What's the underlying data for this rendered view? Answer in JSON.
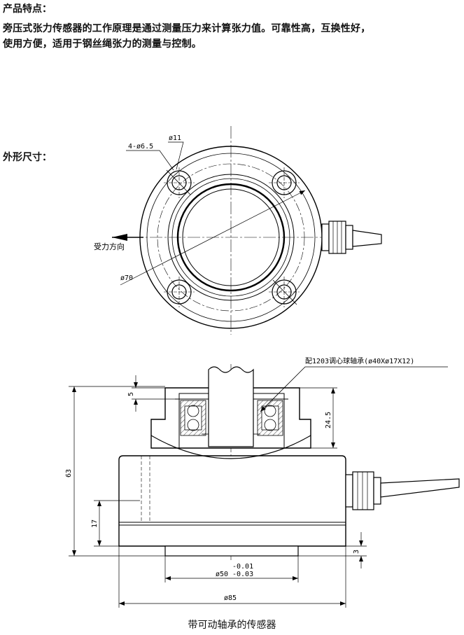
{
  "features": {
    "heading": "产品特点：",
    "line1": "旁压式张力传感器的工作原理是通过测量压力来计算张力值。可靠性高，互换性好，",
    "line2": "使用方便，适用于钢丝绳张力的测量与控制。"
  },
  "dimensions": {
    "heading": "外形尺寸："
  },
  "top_view": {
    "label_holes": "4-ø6.5",
    "label_counterbore": "ø11",
    "label_force_direction": "受力方向",
    "label_bolt_circle": "ø70"
  },
  "side_view": {
    "label_bearing": "配1203调心球轴承(ø40Xø17X12)",
    "dim_5": "5",
    "dim_24_5": "24.5",
    "dim_63": "63",
    "dim_17": "17",
    "dim_3": "3",
    "dim_50_base": "ø50",
    "dim_50_upper_tol": "-0.01",
    "dim_50_lower_tol": "-0.03",
    "dim_85": "ø85"
  },
  "caption": "带可动轴承的传感器"
}
